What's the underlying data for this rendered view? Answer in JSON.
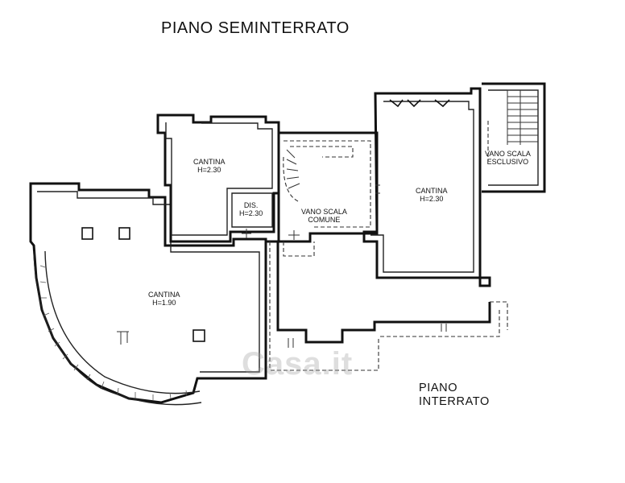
{
  "title": "PIANO SEMINTERRATO",
  "rooms": [
    {
      "name": "CANTINA",
      "height": "H=2.30"
    },
    {
      "name": "DIS.",
      "height": "H=2.30"
    },
    {
      "name": "VANO SCALA",
      "height": "COMUNE"
    },
    {
      "name": "CANTINA",
      "height": "H=2.30"
    },
    {
      "name": "VANO SCALA",
      "height": "ESCLUSIVO"
    },
    {
      "name": "CANTINA",
      "height": "H=1.90"
    }
  ],
  "lower_level": {
    "line1": "PIANO",
    "line2": "INTERRATO"
  },
  "watermark": "Casa.it"
}
